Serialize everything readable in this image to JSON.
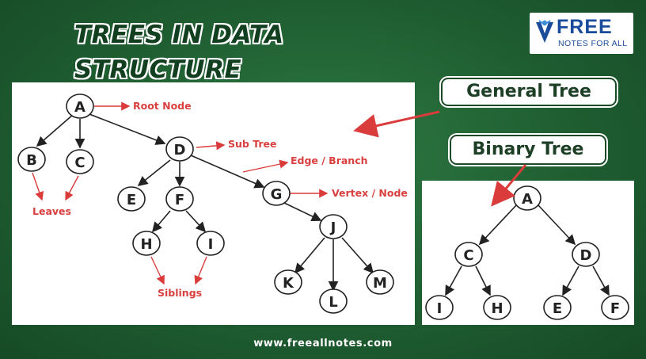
{
  "header": {
    "title": "TREES IN DATA STRUCTURE",
    "logo_brand": "FREE",
    "logo_tagline": "NOTES FOR ALL"
  },
  "labels": {
    "general_tree": "General Tree",
    "binary_tree": "Binary Tree"
  },
  "general_tree": {
    "nodes": [
      "A",
      "B",
      "C",
      "D",
      "E",
      "F",
      "G",
      "H",
      "I",
      "J",
      "K",
      "L",
      "M"
    ],
    "annotations": {
      "root": "Root Node",
      "subtree": "Sub Tree",
      "edge": "Edge / Branch",
      "vertex": "Vertex / Node",
      "leaves": "Leaves",
      "siblings": "Siblings"
    }
  },
  "binary_tree": {
    "nodes": [
      "A",
      "C",
      "D",
      "I",
      "H",
      "E",
      "F"
    ]
  },
  "footer": {
    "url": "www.freeallnotes.com"
  },
  "colors": {
    "background": "#1f5e31",
    "annotation": "#d9403f",
    "arrow": "#d93c3a",
    "logo": "#1b4c9b"
  }
}
